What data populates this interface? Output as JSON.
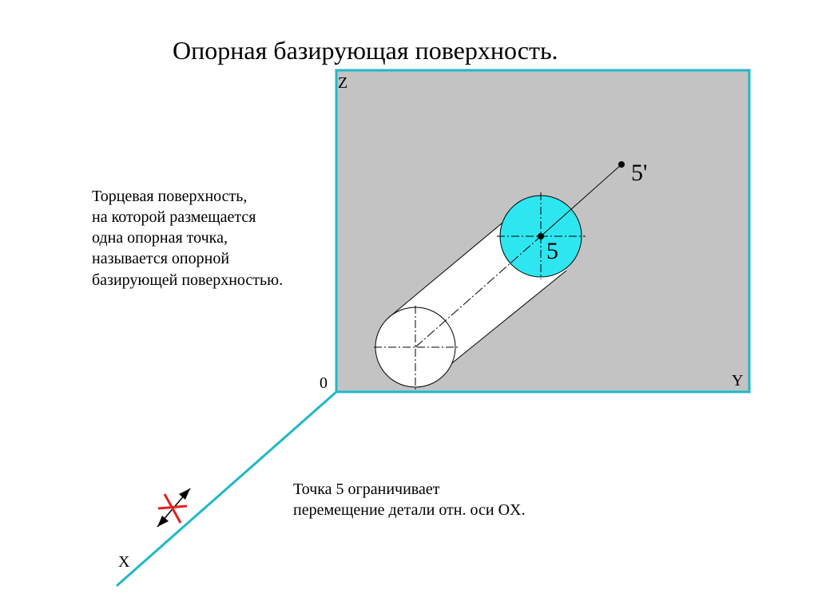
{
  "title": "Опорная базирующая поверхность.",
  "axes": {
    "z_label": "Z",
    "y_label": "Y",
    "x_label": "X",
    "origin_label": "0"
  },
  "points": {
    "point_label": "5",
    "projection_label": "5'"
  },
  "definition_lines": [
    "Торцевая поверхность,",
    "на которой размещается",
    "одна опорная точка,",
    "называется опорной",
    "базирующей поверхностью."
  ],
  "note_lines": [
    "Точка 5 ограничивает",
    "перемещение детали отн. оси OX."
  ],
  "colors": {
    "plane_fill": "#c3c3c3",
    "plane_border": "#1fb8c8",
    "axis_line": "#1fb8c8",
    "face_fill": "#2ee6ef",
    "cylinder_fill": "#ffffff",
    "constraint_cross": "#e02020",
    "arrow": "#000000"
  },
  "icons": {
    "constraint_marker": "red-cross-icon",
    "movement_arrows": "double-arrow-icon"
  }
}
